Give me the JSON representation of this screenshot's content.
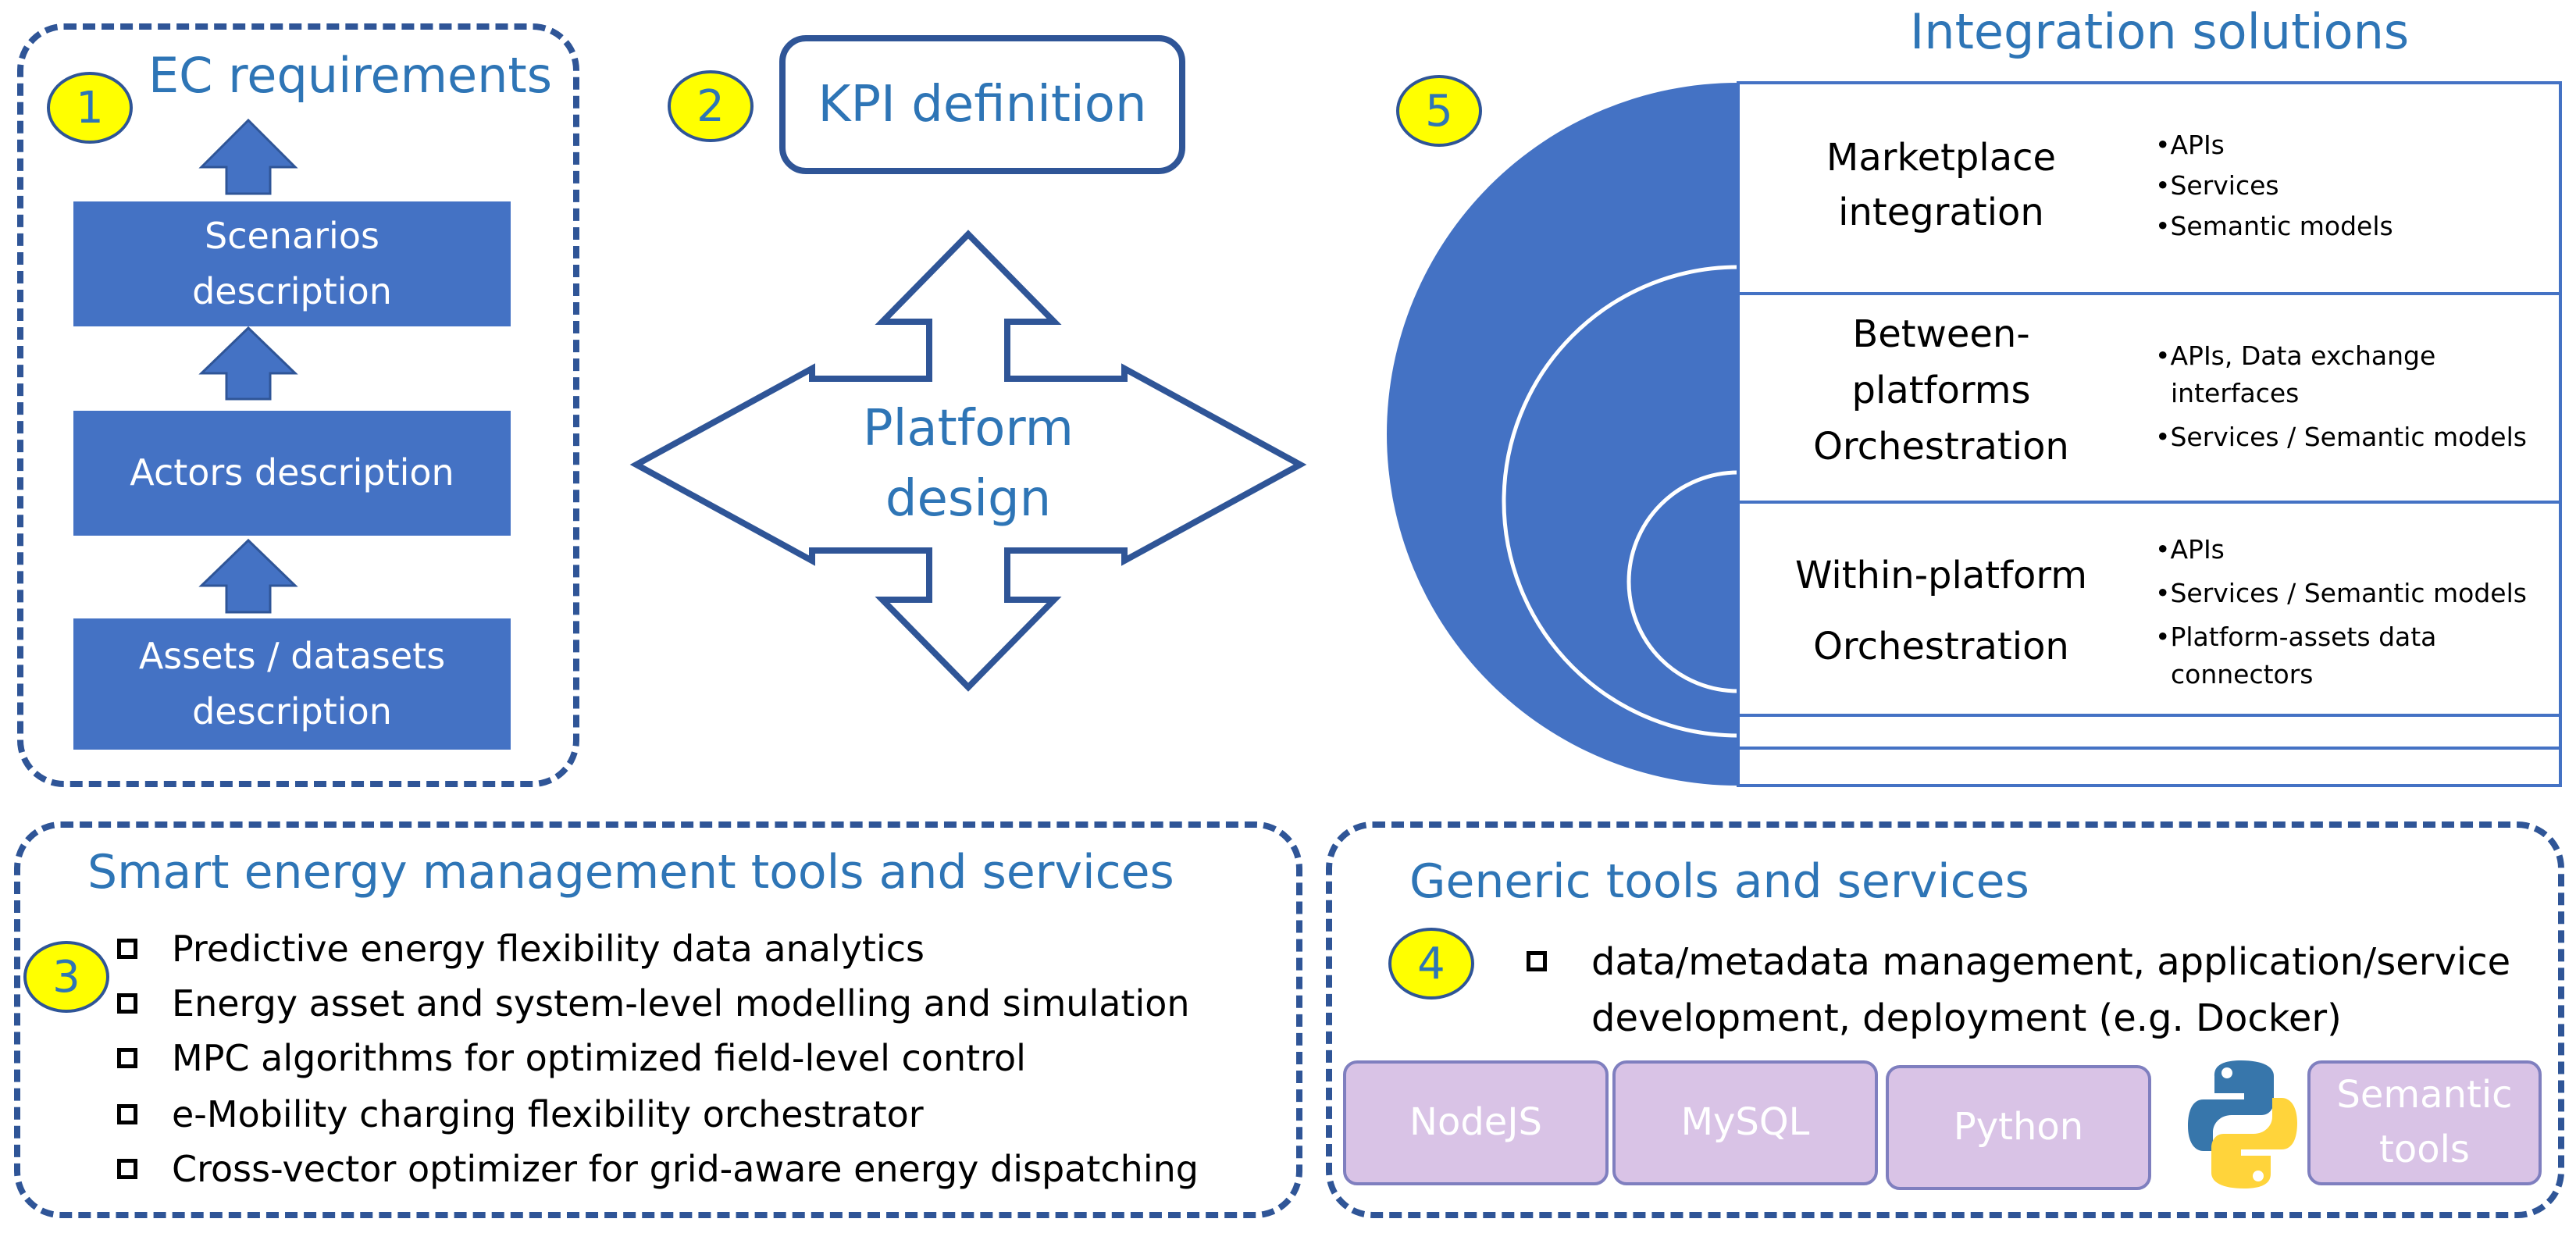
{
  "ec_requirements": {
    "badge": "1",
    "title": "EC requirements",
    "scenarios": "Scenarios\ndescription",
    "actors": "Actors description",
    "assets": "Assets / datasets\ndescription"
  },
  "kpi": {
    "badge": "2",
    "label": "KPI definition"
  },
  "platform": {
    "label": "Platform\ndesign"
  },
  "integration": {
    "badge": "5",
    "title": "Integration solutions",
    "rows": [
      {
        "label": "Marketplace\nintegration",
        "bullets": [
          "•APIs",
          "•Services",
          "•Semantic models"
        ]
      },
      {
        "label": "Between-\nplatforms\nOrchestration",
        "bullets": [
          "•APIs, Data exchange",
          "interfaces",
          "•Services / Semantic models"
        ]
      },
      {
        "label": "Within-platform\nOrchestration",
        "bullets": [
          "•APIs",
          "•Services / Semantic models",
          "•Platform-assets data",
          "connectors"
        ]
      }
    ]
  },
  "smart_energy": {
    "badge": "3",
    "title": "Smart energy management tools and services",
    "items": [
      "Predictive energy flexibility data analytics",
      "Energy asset and system-level modelling and simulation",
      "MPC algorithms for optimized field-level control",
      "e-Mobility charging flexibility orchestrator",
      "Cross-vector optimizer for grid-aware energy dispatching"
    ]
  },
  "generic_tools": {
    "badge": "4",
    "title": "Generic tools and services",
    "item": "data/metadata management, application/service development, deployment (e.g. Docker)",
    "tools": [
      "NodeJS",
      "MySQL",
      "Python",
      "Semantic\ntools"
    ]
  },
  "colors": {
    "accent_blue": "#4472C4",
    "dark_blue": "#2F5597",
    "title_blue": "#2E75B6",
    "badge_yellow": "#FFFF00",
    "tool_lilac": "#D9C3E6",
    "python_blue": "#3776AB",
    "python_yellow": "#FFD43B"
  },
  "icons": [
    "checkbox-icon",
    "python-logo"
  ]
}
